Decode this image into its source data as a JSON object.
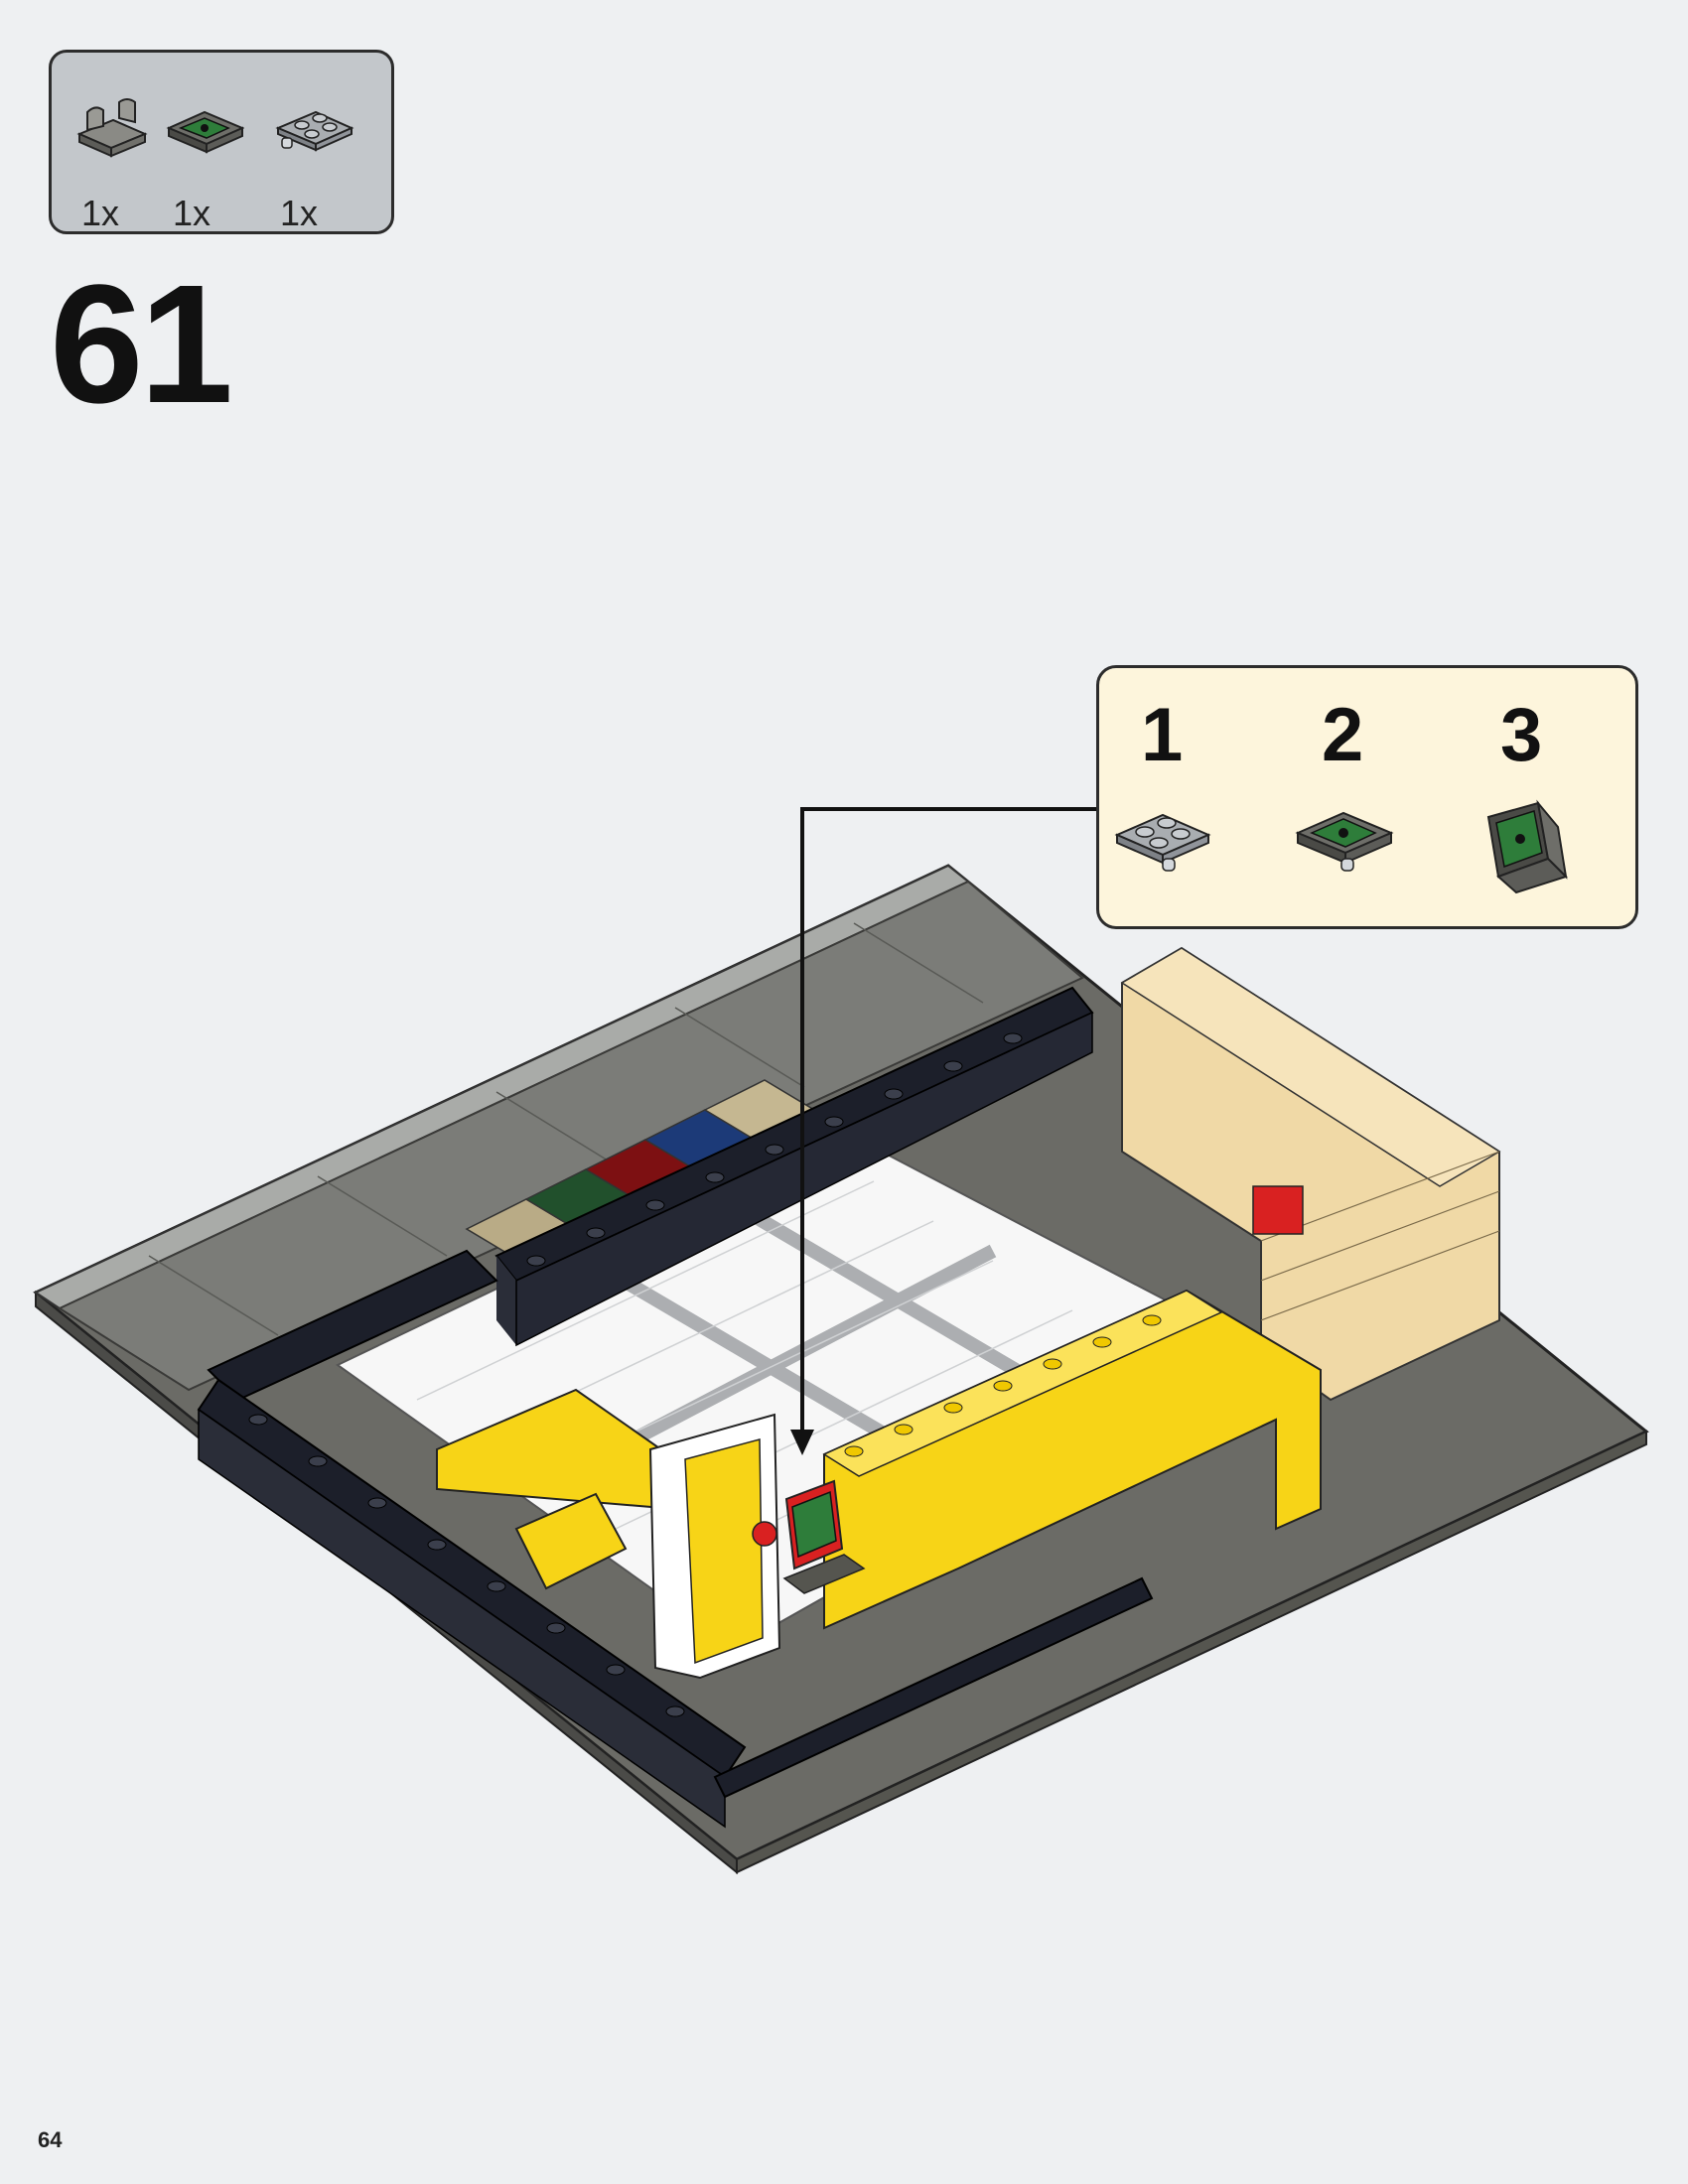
{
  "parts_list": [
    {
      "icon": "hinge-plate-icon",
      "quantity": "1x"
    },
    {
      "icon": "printed-tile-icon",
      "quantity": "1x"
    },
    {
      "icon": "plate-2x2-icon",
      "quantity": "1x"
    }
  ],
  "step": {
    "number": "61"
  },
  "substeps": [
    {
      "number": "1",
      "icon": "plate-2x2-icon"
    },
    {
      "number": "2",
      "icon": "printed-tile-on-plate-icon"
    },
    {
      "number": "3",
      "icon": "raised-screen-assembly-icon"
    }
  ],
  "page": {
    "number": "64"
  },
  "colors": {
    "page_background": "#eef0f2",
    "parts_box": "#c3c7cb",
    "substep_box": "#fdf5dc",
    "yellow_bricks": "#f7d417",
    "tan_bricks": "#f0d9a6",
    "black_bricks": "#1c1f2a",
    "baseplate": "#6b6b66",
    "screen_green": "#2e7d3a"
  }
}
